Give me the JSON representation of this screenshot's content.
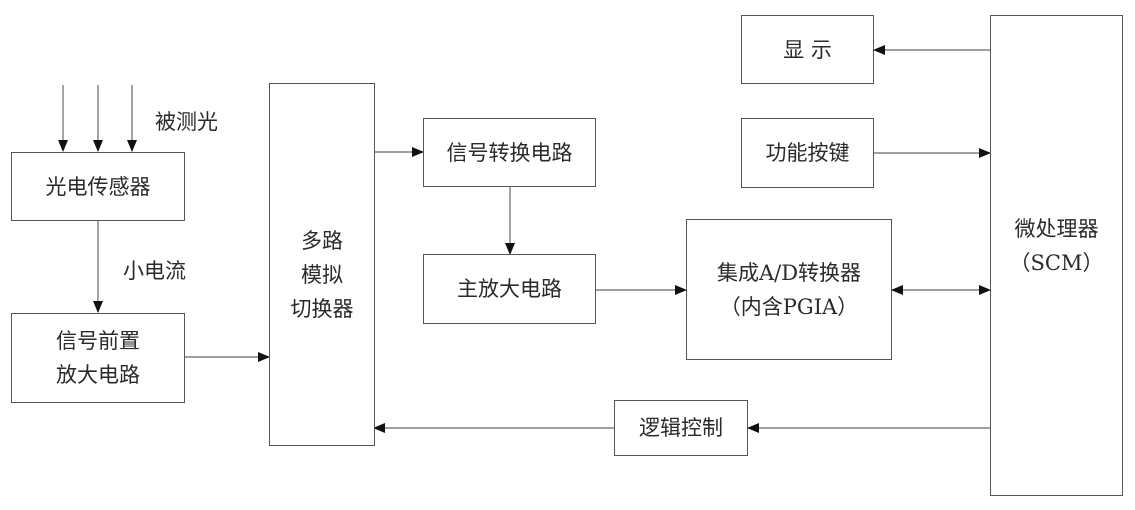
{
  "diagram": {
    "blocks": {
      "photo_sensor": "光电传感器",
      "preamp": "信号前置\n放大电路",
      "mux": "多路\n模拟\n切换器",
      "signal_convert": "信号转换电路",
      "main_amp": "主放大电路",
      "adc": "集成A/D转换器\n（内含PGIA）",
      "display": "显 示",
      "keys": "功能按键",
      "mcu": "微处理器\n（SCM）",
      "logic_ctrl": "逻辑控制"
    },
    "labels": {
      "measured_light": "被测光",
      "small_current": "小电流"
    },
    "connections": [
      {
        "from": "measured_light",
        "to": "photo_sensor",
        "type": "arrow",
        "count": 3
      },
      {
        "from": "photo_sensor",
        "to": "preamp",
        "type": "arrow",
        "label": "小电流"
      },
      {
        "from": "preamp",
        "to": "mux",
        "type": "arrow"
      },
      {
        "from": "mux",
        "to": "signal_convert",
        "type": "arrow"
      },
      {
        "from": "signal_convert",
        "to": "main_amp",
        "type": "arrow"
      },
      {
        "from": "main_amp",
        "to": "adc",
        "type": "arrow"
      },
      {
        "from": "adc",
        "to": "mcu",
        "type": "bidirectional"
      },
      {
        "from": "mcu",
        "to": "display",
        "type": "arrow"
      },
      {
        "from": "keys",
        "to": "mcu",
        "type": "arrow"
      },
      {
        "from": "mcu",
        "to": "logic_ctrl",
        "type": "arrow"
      },
      {
        "from": "logic_ctrl",
        "to": "mux",
        "type": "arrow"
      }
    ]
  }
}
